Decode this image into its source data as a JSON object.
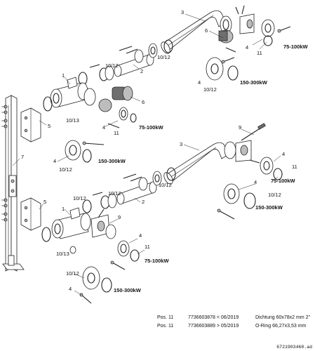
{
  "callouts": {
    "c1a": "1",
    "c1b": "1",
    "c3a": "3",
    "c3b": "3",
    "c2a": "2",
    "c2b": "2",
    "c4a": "4",
    "c4b": "4",
    "c4c": "4",
    "c4d": "4",
    "c4e": "4",
    "c4f": "4",
    "c4g": "4",
    "c4h": "4",
    "c5a": "5",
    "c5b": "5",
    "c6a": "6",
    "c6b": "6",
    "c7": "7",
    "c9a": "9",
    "c9b": "9",
    "c11a": "11",
    "c11b": "11",
    "c11c": "11",
    "c11d": "11",
    "c1012a": "10/12",
    "c1012b": "10/12",
    "c1012c": "10/12",
    "c1012d": "10/12",
    "c1012e": "10/12",
    "c1012f": "10/12",
    "c1012g": "10/12",
    "c1012h": "10/12",
    "c1012i": "10/12",
    "c1013a": "10/13",
    "c1013b": "10/13",
    "kw75a": "75-100kW",
    "kw75b": "75-100kW",
    "kw75c": "75-100kW",
    "kw75d": "75-100kW",
    "kw150a": "150-300kW",
    "kw150b": "150-300kW",
    "kw150c": "150-300kW",
    "kw150d": "150-300kW"
  },
  "footnotes": [
    {
      "pos": "Pos. 11",
      "part": "7736603878 < 06/2019",
      "desc": "Dichtung 60x78x2 mm 2\""
    },
    {
      "pos": "Pos. 11",
      "part": "7736603889 > 05/2019",
      "desc": "O-Ring 66,27x3,53 mm"
    }
  ],
  "doc_id": "6721903468.ad"
}
